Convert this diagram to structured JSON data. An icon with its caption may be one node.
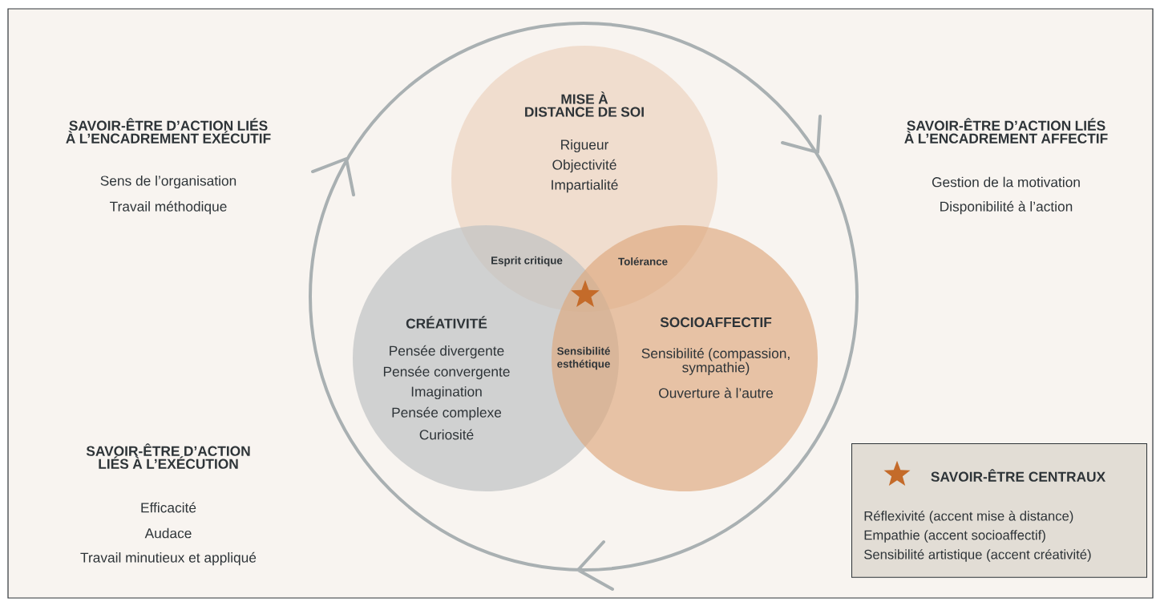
{
  "diagram": {
    "nodes": [
      {
        "text": [
          "MISE À DISTANCE DE SOI",
          "Rigueur",
          "Objectivité",
          "Impartialité"
        ]
      },
      {
        "text": [
          "CRÉATIVITÉ",
          "Pensée divergente",
          "Pensée convergente",
          "Imagination",
          "Pensée complexe",
          "Curiosité"
        ]
      },
      {
        "text": [
          "SOCIOAFFECTIF",
          "Sensibilité (compassion, sympathie)",
          "Ouverture à l’autre"
        ]
      },
      {
        "text": [
          "SAVOIR-ÊTRE CENTRAUX",
          "Réflexivité (accent mise à distance)",
          "Empathie (accent socioaffectif)",
          "Sensibilité artistique (accent créativité)"
        ]
      }
    ],
    "labels": [
      "SAVOIR-ÊTRE D’ACTION LIÉS À L’ENCADREMENT EXÉCUTIF",
      "Sens de l’organisation",
      "Travail méthodique",
      "SAVOIR-ÊTRE D’ACTION LIÉS À L’ENCADREMENT AFFECTIF",
      "Gestion de la motivation",
      "Disponibilité à l’action",
      "Esprit critique",
      "Tolérance",
      "Sensibilité esthétique",
      "SAVOIR-ÊTRE D’ACTION LIÉS À L’EXÉCUTION",
      "Efficacité",
      "Audace",
      "Travail minutieux et appliqué"
    ]
  }
}
